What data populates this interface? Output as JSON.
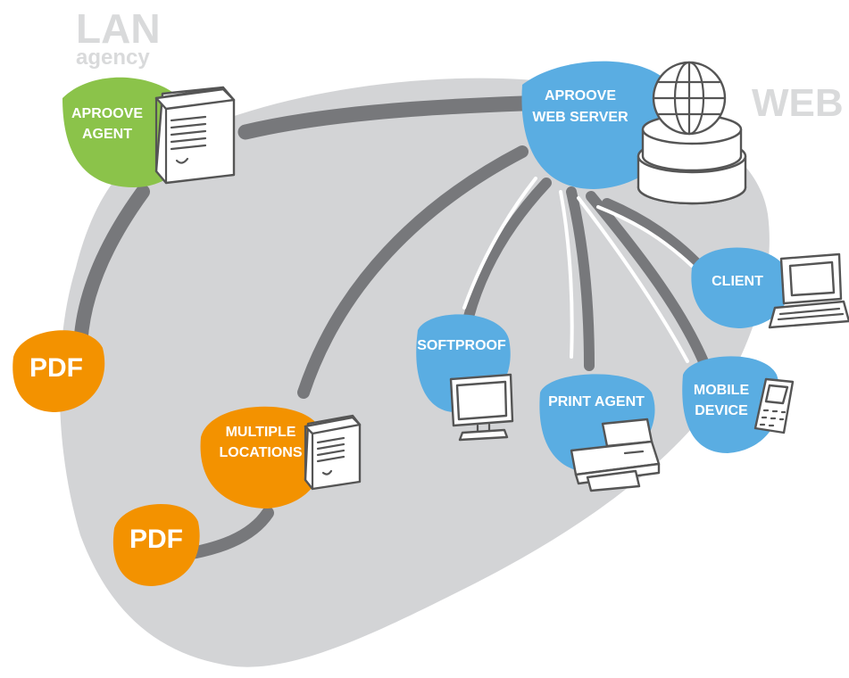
{
  "zones": {
    "lan": "LAN",
    "lan_sub": "agency",
    "web": "WEB"
  },
  "nodes": {
    "agent": [
      "APROOVE",
      "AGENT"
    ],
    "server": [
      "APROOVE",
      "WEB SERVER"
    ],
    "client": "CLIENT",
    "softproof": "SOFTPROOF",
    "print_agent": "PRINT AGENT",
    "mobile": [
      "MOBILE",
      "DEVICE"
    ],
    "multiple": [
      "MULTIPLE",
      "LOCATIONS"
    ],
    "pdf_left": "PDF",
    "pdf_bottom": "PDF"
  },
  "colors": {
    "green": "#8bc34a",
    "blue": "#5aade2",
    "orange": "#f39200",
    "blob": "#d3d4d6",
    "link": "#77787b",
    "zone_text": "#d9dadb"
  },
  "icons": [
    "server-tower-icon",
    "globe-database-icon",
    "laptop-icon",
    "monitor-icon",
    "printer-icon",
    "mobile-phone-icon",
    "server-small-icon"
  ]
}
